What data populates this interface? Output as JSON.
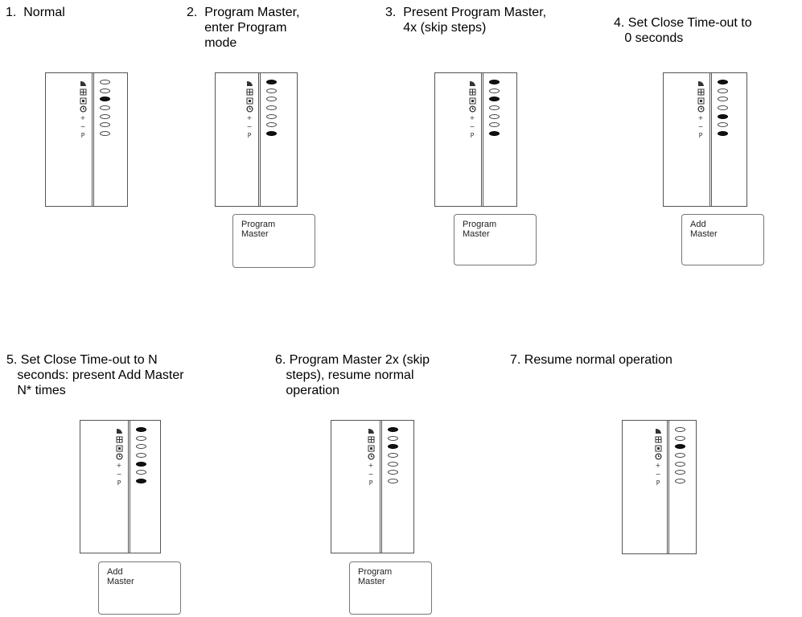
{
  "steps": [
    {
      "title": "1.  Normal",
      "leds": [
        "off",
        "off",
        "on",
        "off",
        "off",
        "off",
        "off"
      ],
      "card": null
    },
    {
      "title": "2.  Program Master,\n     enter Program\n     mode",
      "leds": [
        "on",
        "off",
        "off",
        "off",
        "off",
        "off",
        "on"
      ],
      "card": "Program\nMaster"
    },
    {
      "title": "3.  Present Program Master,\n     4x (skip steps)",
      "leds": [
        "on",
        "off",
        "on",
        "off",
        "off",
        "off",
        "on"
      ],
      "card": "Program\nMaster"
    },
    {
      "title": "4. Set Close Time-out to\n   0 seconds",
      "leds": [
        "on",
        "off",
        "off",
        "off",
        "on",
        "off",
        "on"
      ],
      "card": "Add\nMaster"
    },
    {
      "title": "5. Set Close Time-out to N\n   seconds: present Add Master\n   N* times",
      "leds": [
        "on",
        "off",
        "off",
        "off",
        "on",
        "off",
        "on"
      ],
      "card": "Add\nMaster"
    },
    {
      "title": "6. Program Master 2x (skip\n   steps), resume normal\n   operation",
      "leds": [
        "on",
        "off",
        "on",
        "off",
        "off",
        "off",
        "off"
      ],
      "card": "Program\nMaster"
    },
    {
      "title": "7. Resume normal operation",
      "leds": [
        "off",
        "off",
        "on",
        "off",
        "off",
        "off",
        "off"
      ],
      "card": null
    }
  ],
  "indicator_icons": [
    "rf-icon",
    "keypad-icon",
    "card-icon",
    "clock-icon",
    "plus-icon",
    "minus-icon",
    "program-icon"
  ],
  "indicator_glyphs": {
    "plus-icon": "+",
    "minus-icon": "−",
    "program-icon": "P"
  }
}
